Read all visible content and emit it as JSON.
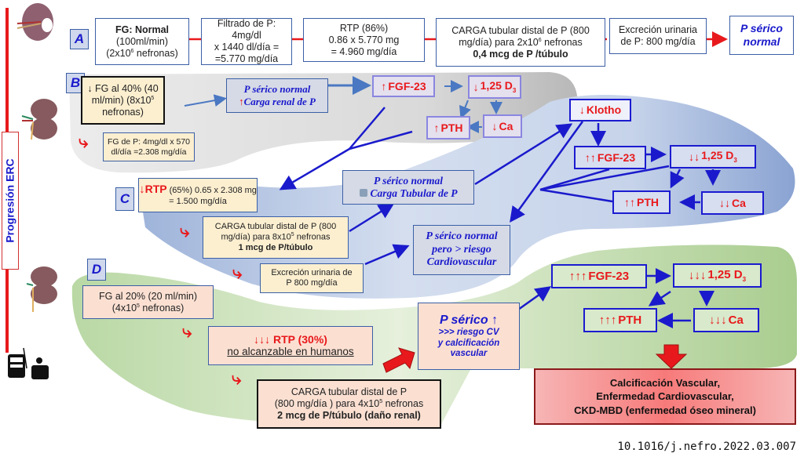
{
  "side_label": "Progresión ERC",
  "doi": "10.1016/j.nefro.2022.03.007",
  "colors": {
    "accent_red": "#e8191c",
    "accent_blue": "#1a1acc",
    "region_B": "#c9c9c9",
    "region_C": "#b8c8e6",
    "region_D": "#cfe3bf"
  },
  "stage_A": {
    "letter": "A",
    "fg": {
      "title": "FG: Normal",
      "line2": "(100ml/min)",
      "line3_pre": "(2x10",
      "line3_sup": "6",
      "line3_post": " nefronas)"
    },
    "filtrado": {
      "line1": "Filtrado de P: 4mg/dl",
      "line2": "x 1440 dl/día =",
      "line3": "=5.770 mg/día"
    },
    "rtp": {
      "line1": "RTP (86%)",
      "line2": "0.86 x 5.770 mg",
      "line3": "= 4.960 mg/día"
    },
    "carga": {
      "line1": "CARGA tubular distal de P (800",
      "line2_pre": "mg/día) para 2x10",
      "line2_sup": "6",
      "line2_post": " nefronas",
      "line3": "0,4 mcg de P /túbulo"
    },
    "excrecion": {
      "line1": "Excreción urinaria",
      "line2": "de P: 800 mg/día"
    },
    "result": {
      "line1": "P sérico",
      "line2": "normal"
    }
  },
  "stage_B": {
    "letter": "B",
    "fg": {
      "arrow": "↓",
      "line1": " FG al 40% (40",
      "line2_pre": "ml/min)  (8x10",
      "line2_sup": "5",
      "line3": "nefronas)"
    },
    "filtrado": {
      "line1": "FG de P: 4mg/dl x 570",
      "line2": "dl/día =2.308 mg/día"
    },
    "p_serico": {
      "line1": "P sérico normal",
      "arrow": "↑",
      "line2": "Carga renal de P"
    },
    "fgf23": {
      "arrow": "↑",
      "label": "FGF-23"
    },
    "d3": {
      "arrow": "↓",
      "label": "1,25 D",
      "sub": "3"
    },
    "pth": {
      "arrow": "↑",
      "label": "PTH"
    },
    "ca": {
      "arrow": "↓",
      "label": "Ca"
    }
  },
  "stage_C": {
    "letter": "C",
    "rtp": {
      "arrow": "↓",
      "label": "RTP",
      "line1_rest": " (65%) 0.65 x 2.308 mg",
      "line2": "= 1.500 mg/día"
    },
    "carga": {
      "line1": "CARGA tubular distal de P (800",
      "line2_pre": "mg/día) para 8x10",
      "line2_sup": "5",
      "line2_post": " nefronas",
      "line3": "1 mcg de P/túbulo"
    },
    "excrecion": {
      "line1": "Excreción urinaria de",
      "line2": "P 800 mg/día"
    },
    "p_serico_carga": {
      "line1": "P sérico normal",
      "line2": "Carga Tubular de P"
    },
    "p_serico_riesgo": {
      "line1": "P sérico normal",
      "line2": "pero > riesgo",
      "line3": "Cardiovascular"
    },
    "klotho": {
      "arrow": "↓",
      "label": "Klotho"
    },
    "fgf23": {
      "arrow": "↑↑",
      "label": "FGF-23"
    },
    "d3": {
      "arrow": "↓↓",
      "label": "1,25 D",
      "sub": "3"
    },
    "pth": {
      "arrow": "↑↑",
      "label": "PTH"
    },
    "ca": {
      "arrow": "↓↓",
      "label": "Ca"
    }
  },
  "stage_D": {
    "letter": "D",
    "fg": {
      "line1": "FG al 20% (20 ml/min)",
      "line2_pre": "(4x10",
      "line2_sup": "5",
      "line2_post": " nefronas)"
    },
    "rtp": {
      "arrow": "↓↓↓",
      "label": "RTP (30%)",
      "line2": "no alcanzable en humanos"
    },
    "carga": {
      "line1": "CARGA tubular distal de P",
      "line2_pre": "(800 mg/día ) para 4x10",
      "line2_sup": "5",
      "line2_post": " nefronas",
      "line3": "2 mcg de P/túbulo (daño renal)"
    },
    "p_serico": {
      "line1": "P sérico",
      "arrow": "↑",
      "line2": ">>> riesgo CV",
      "line3": "y calcificación",
      "line4": "vascular"
    },
    "fgf23": {
      "arrow": "↑↑↑",
      "label": "FGF-23"
    },
    "d3": {
      "arrow": "↓↓↓",
      "label": "1,25 D",
      "sub": "3"
    },
    "pth": {
      "arrow": "↑↑↑",
      "label": "PTH"
    },
    "ca": {
      "arrow": "↓↓↓",
      "label": "Ca"
    }
  },
  "outcome": {
    "line1": "Calcificación Vascular,",
    "line2": "Enfermedad Cardiovascular,",
    "line3": "CKD-MBD (enfermedad óseo mineral)"
  }
}
